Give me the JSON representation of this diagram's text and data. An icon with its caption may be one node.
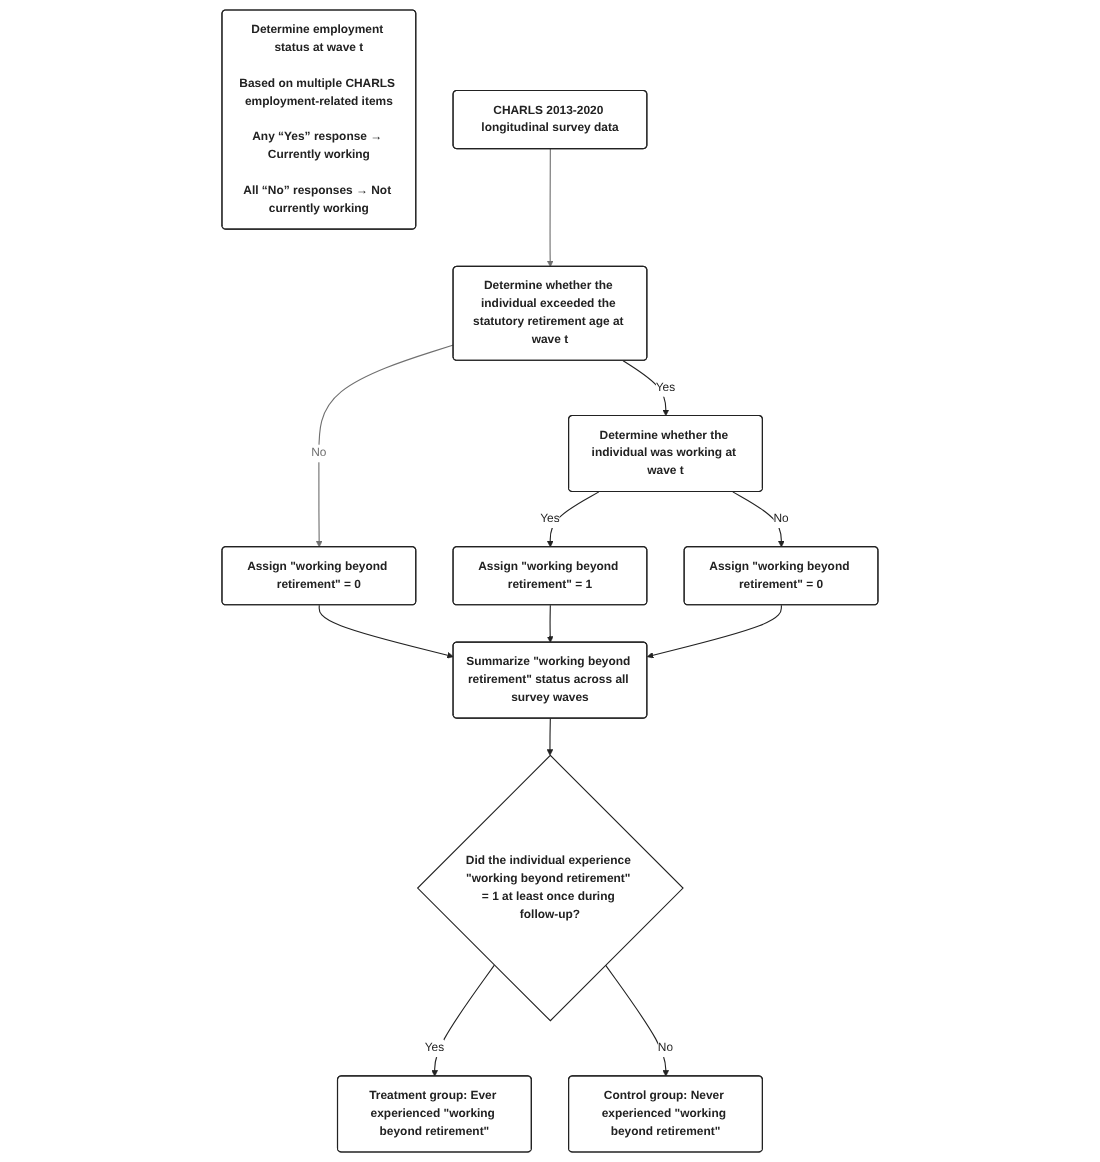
{
  "diagram": {
    "nodes": [
      {
        "text": [
          "Determine employment status at wave t",
          "Based on multiple CHARLS employment-related items",
          "Any “Yes” response → Currently working",
          "All “No” responses → Not currently working"
        ]
      },
      {
        "text": [
          "CHARLS 2013-2020 longitudinal survey data"
        ]
      },
      {
        "text": [
          "Determine whether the individual exceeded the statutory retirement age at wave t"
        ]
      },
      {
        "text": [
          "Determine whether the individual was working at wave t"
        ]
      },
      {
        "text": [
          "Assign \"working beyond retirement\" = 0"
        ]
      },
      {
        "text": [
          "Assign \"working beyond retirement\" = 1"
        ]
      },
      {
        "text": [
          "Assign \"working beyond retirement\" = 0"
        ]
      },
      {
        "text": [
          "Summarize \"working beyond retirement\" status across all survey waves"
        ]
      },
      {
        "text": [
          "Did the individual experience \"working beyond retirement\" = 1 at least once during follow-up?"
        ]
      },
      {
        "text": [
          "Treatment group: Ever experienced \"working beyond retirement\""
        ]
      },
      {
        "text": [
          "Control group: Never experienced \"working beyond retirement\""
        ]
      }
    ],
    "edges": [
      {
        "from": 1,
        "to": 2,
        "arrow": "to",
        "color": "#707070"
      },
      {
        "from": 2,
        "to": 4,
        "arrow": "to",
        "label": "No",
        "color": "#707070"
      },
      {
        "from": 2,
        "to": 3,
        "arrow": "to",
        "label": "Yes"
      },
      {
        "from": 3,
        "to": 5,
        "arrow": "to",
        "label": "Yes"
      },
      {
        "from": 3,
        "to": 6,
        "arrow": "to",
        "label": "No"
      },
      {
        "from": 4,
        "to": 7,
        "arrow": "to"
      },
      {
        "from": 5,
        "to": 7,
        "arrow": "to"
      },
      {
        "from": 6,
        "to": 7,
        "arrow": "to"
      },
      {
        "from": 7,
        "to": 8,
        "arrow": "to"
      },
      {
        "from": 8,
        "to": 9,
        "arrow": "to",
        "label": "Yes"
      },
      {
        "from": 8,
        "to": 10,
        "arrow": "to",
        "label": "No"
      }
    ]
  }
}
